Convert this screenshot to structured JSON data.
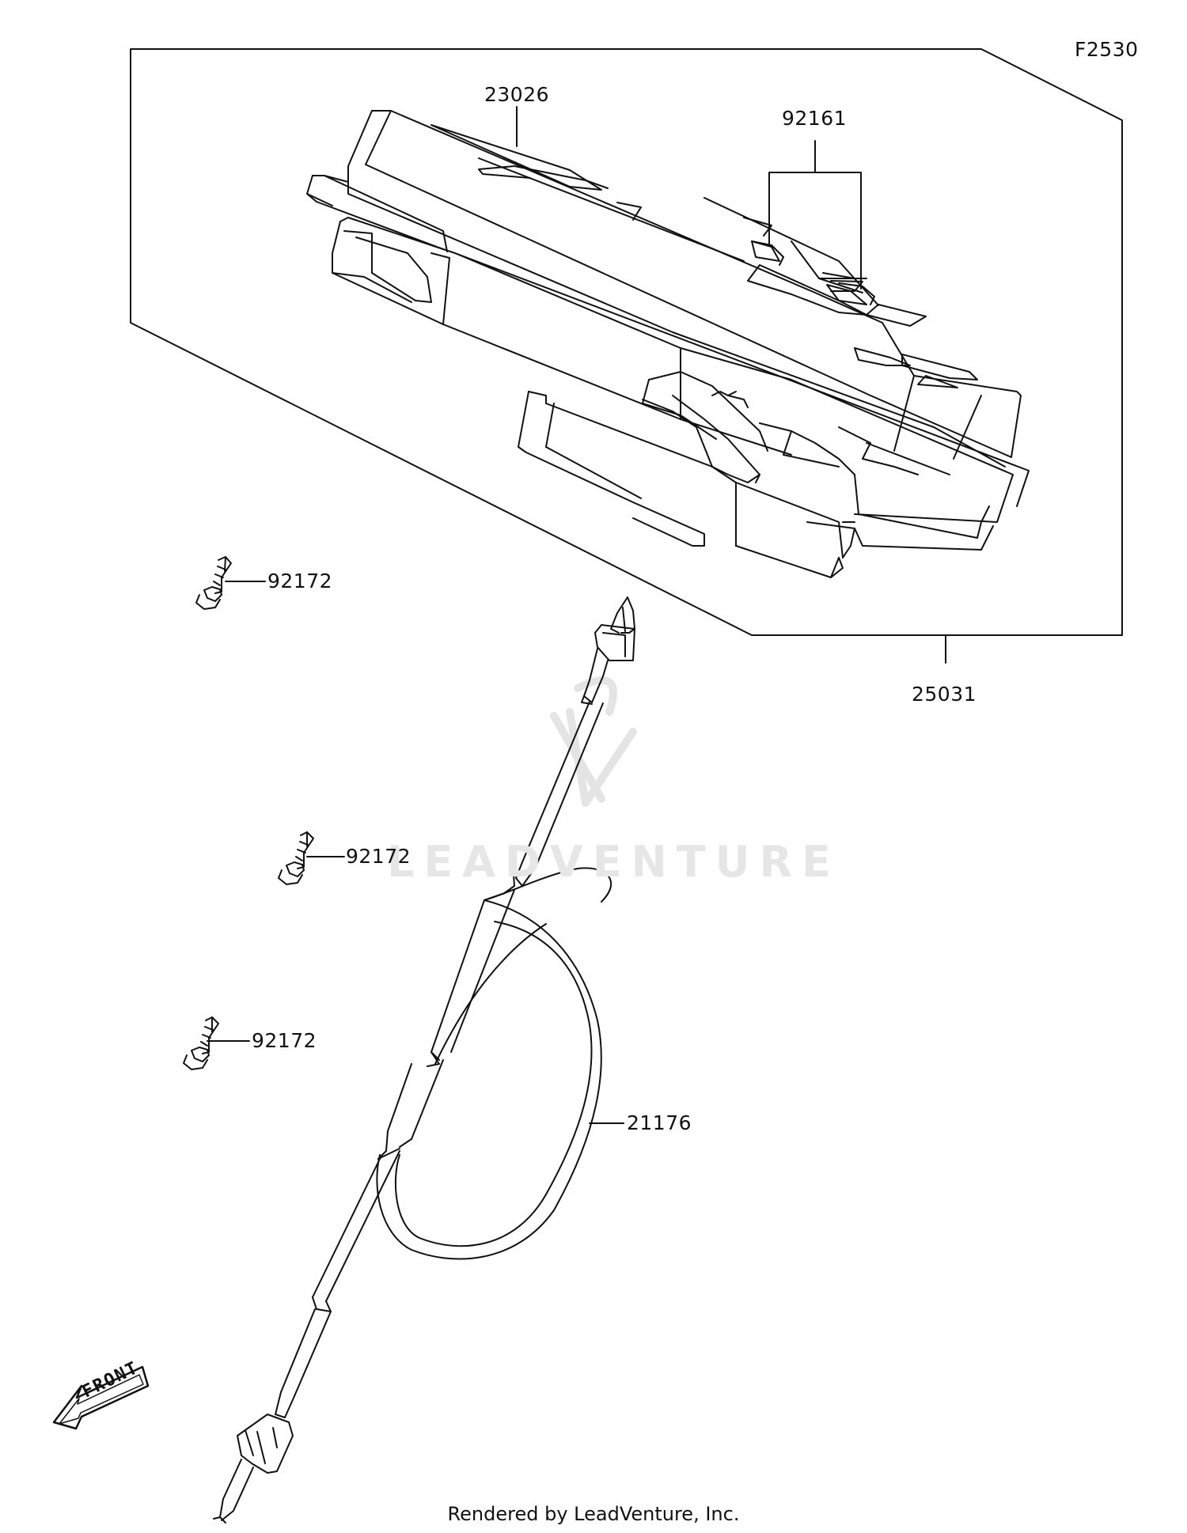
{
  "figure_id": "F2530",
  "callouts": {
    "meter_assembly": "23026",
    "bulb": "92161",
    "meter_kit": "25031",
    "screw_1": "92172",
    "screw_2": "92172",
    "screw_3": "92172",
    "cable": "21176"
  },
  "front_arrow": "FRONT",
  "watermark": "LEADVENTURE",
  "footer": "Rendered by LeadVenture, Inc.",
  "colors": {
    "line": "#111111",
    "watermark": "#e6e6e6"
  }
}
